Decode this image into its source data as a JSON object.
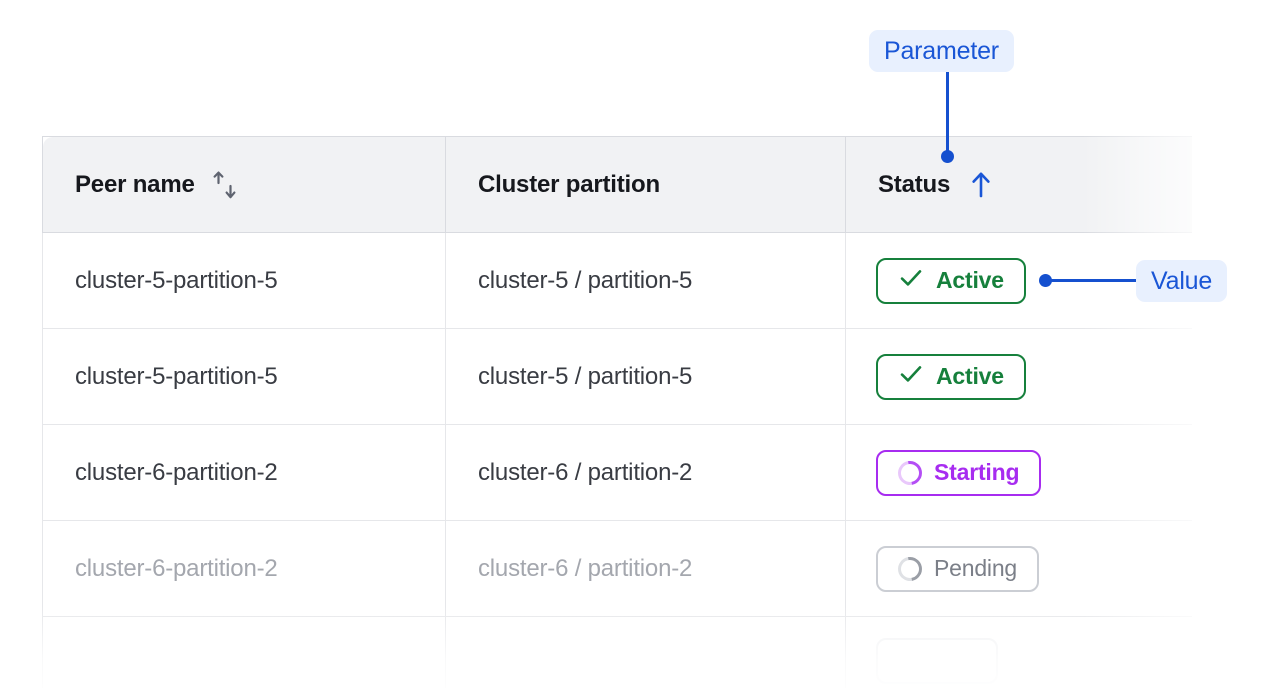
{
  "table": {
    "columns": [
      {
        "key": "peer_name",
        "label": "Peer name",
        "sort_icon": "sort-updown-icon",
        "sort_state": "none"
      },
      {
        "key": "cluster_partition",
        "label": "Cluster partition",
        "sort_icon": null,
        "sort_state": "none"
      },
      {
        "key": "status",
        "label": "Status",
        "sort_icon": "sort-up-icon",
        "sort_state": "ascending"
      }
    ],
    "rows": [
      {
        "peer_name": "cluster-5-partition-5",
        "cluster_partition": "cluster-5 / partition-5",
        "status": "Active",
        "status_type": "active",
        "status_icon": "check-icon",
        "muted": false
      },
      {
        "peer_name": "cluster-5-partition-5",
        "cluster_partition": "cluster-5 / partition-5",
        "status": "Active",
        "status_type": "active",
        "status_icon": "check-icon",
        "muted": false
      },
      {
        "peer_name": "cluster-6-partition-2",
        "cluster_partition": "cluster-6 / partition-2",
        "status": "Starting",
        "status_type": "starting",
        "status_icon": "spinner-icon",
        "muted": false
      },
      {
        "peer_name": "cluster-6-partition-2",
        "cluster_partition": "cluster-6 / partition-2",
        "status": "Pending",
        "status_type": "pending",
        "status_icon": "spinner-icon",
        "muted": true
      }
    ]
  },
  "annotations": {
    "parameter": {
      "label": "Parameter",
      "target": "status-column-header"
    },
    "value": {
      "label": "Value",
      "target": "status-cell-row-1"
    }
  },
  "colors": {
    "annotation_blue": "#1550cf",
    "annotation_pill_bg": "#e8f0fe",
    "annotation_pill_text": "#1a56d6",
    "status_active": "#16803c",
    "status_starting": "#a72cf0",
    "status_pending": "#7b7f88",
    "header_bg": "#f1f2f4",
    "sort_icon_gray": "#5f6470",
    "sort_icon_blue": "#1a56d6"
  }
}
